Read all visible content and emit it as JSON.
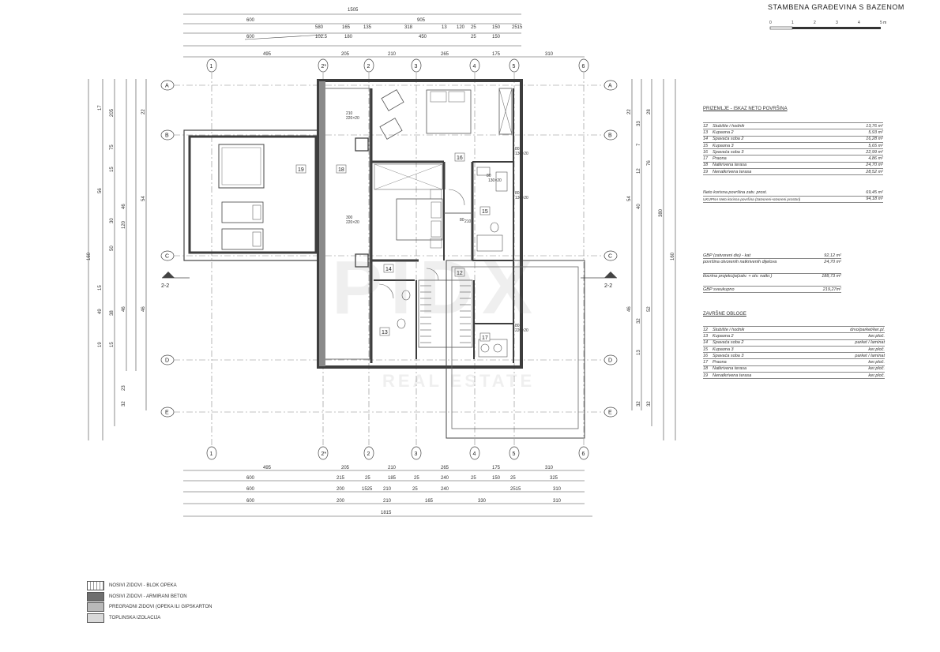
{
  "title": "STAMBENA GRAĐEVINA S BAZENOM",
  "scale": {
    "ticks": [
      "0",
      "1",
      "2",
      "3",
      "4",
      "5 m"
    ]
  },
  "grid_rows": [
    "A",
    "B",
    "C",
    "D",
    "E"
  ],
  "grid_cols": [
    "1",
    "2*",
    "2",
    "3",
    "4",
    "5",
    "6"
  ],
  "section_marks": [
    "2-2",
    "2-2"
  ],
  "top_dims": {
    "overall": "1505",
    "row1": [
      "600",
      "905"
    ],
    "row2": [
      "580",
      "165",
      "135",
      "318",
      "13",
      "120",
      "25",
      "150",
      "2515"
    ],
    "row2b": [
      "102.5",
      "600",
      "180",
      "450",
      "25",
      "150"
    ],
    "row3": [
      "495",
      "205",
      "210",
      "265",
      "175",
      "310"
    ]
  },
  "bottom_dims": {
    "row1": [
      "495",
      "205",
      "210",
      "265",
      "175",
      "310"
    ],
    "row2": [
      "600",
      "215",
      "25",
      "185",
      "25",
      "240",
      "25",
      "150",
      "25",
      "325"
    ],
    "row3": [
      "600",
      "200",
      "1525",
      "210",
      "25",
      "240",
      "2515",
      "310"
    ],
    "row4": [
      "600",
      "200",
      "210",
      "165",
      "330",
      "310"
    ],
    "overall": "1815"
  },
  "left_dims": {
    "outer": "160",
    "col1": [
      "17",
      "56",
      "15",
      "49",
      "19"
    ],
    "col2": [
      "205",
      "75",
      "15",
      "30",
      "50",
      "38",
      "15"
    ],
    "col3": [
      "46",
      "120",
      "46",
      "23",
      "32"
    ],
    "col4": [
      "22",
      "54",
      "46"
    ]
  },
  "right_dims": {
    "outer": "160",
    "col1": [
      "22",
      "54",
      "46"
    ],
    "col2": [
      "33",
      "7",
      "12",
      "40",
      "32",
      "13",
      "32"
    ],
    "col3": [
      "28",
      "76",
      "52",
      "32"
    ],
    "col4": [
      "380"
    ]
  },
  "rooms": [
    "12",
    "13",
    "14",
    "15",
    "16",
    "17",
    "18",
    "19"
  ],
  "door_labels": [
    "210",
    "220×20",
    "300",
    "220×20",
    "80",
    "130×20",
    "80",
    "130×20",
    "80",
    "210",
    "80",
    "130×20",
    "80",
    "220×20"
  ],
  "watermark": {
    "brand": "PIDX",
    "sub": "REAL ESTATE"
  },
  "net_area": {
    "heading": "PRIZEMLJE - ISKAZ NETO POVRŠINA",
    "rows": [
      {
        "no": "12",
        "name": "Stubište i hodnik",
        "val": "13,76 m²"
      },
      {
        "no": "13",
        "name": "Kupaona 2",
        "val": "5,93 m²"
      },
      {
        "no": "14",
        "name": "Spavaća soba 2",
        "val": "16,28 m²"
      },
      {
        "no": "15",
        "name": "Kupaona 3",
        "val": "5,65 m²"
      },
      {
        "no": "16",
        "name": "Spavaća soba 3",
        "val": "22,99 m²"
      },
      {
        "no": "17",
        "name": "Praona",
        "val": "4,86 m²"
      },
      {
        "no": "18",
        "name": "Natkrivena terasa",
        "val": "24,70 m²"
      },
      {
        "no": "19",
        "name": "Nenatkrivena terasa",
        "val": "28,52 m²"
      }
    ],
    "total1_label": "Neto korisna površina zatv. prost.",
    "total1_val": "69,45 m²",
    "total2_label": "UKUPNA Neto korisna površina (zatvoreni+otvoreni prostori)",
    "total2_val": "94,18 m²"
  },
  "gbp": {
    "rows": [
      {
        "name": "GBP (zatvoreni dio) - kat",
        "val": "92,12 m²"
      },
      {
        "name": "površina otvorenih natkrivenih dijelova",
        "val": "24,70 m²"
      },
      {
        "name": "tlocrtna projekcija(zatv. + otv. natkr.)",
        "val": "188,73 m²"
      },
      {
        "name": "GBP sveukupno",
        "val": "219,27m²"
      }
    ]
  },
  "finishes": {
    "heading": "ZAVRŠNE OBLOGE",
    "rows": [
      {
        "no": "12",
        "name": "Stubište i hodnik",
        "val": "drvo/parket/ker.pl."
      },
      {
        "no": "13",
        "name": "Kupaona 2",
        "val": "ker.ploč."
      },
      {
        "no": "14",
        "name": "Spavaća soba 2",
        "val": "parket / laminat"
      },
      {
        "no": "15",
        "name": "Kupaona 3",
        "val": "ker.ploč."
      },
      {
        "no": "16",
        "name": "Spavaća soba 3",
        "val": "parket / laminat"
      },
      {
        "no": "17",
        "name": "Praona",
        "val": "ker.ploč."
      },
      {
        "no": "18",
        "name": "Natkrivena terasa",
        "val": "ker.ploč."
      },
      {
        "no": "19",
        "name": "Nenatkrivena terasa",
        "val": "ker.ploč."
      }
    ]
  },
  "legend": [
    {
      "label": "NOSIVI ZIDOVI - BLOK OPEKA",
      "fill": "#ffffff",
      "hatch": true
    },
    {
      "label": "NOSIVI ZIDOVI - ARMIRANI BETON",
      "fill": "#6f6f6f"
    },
    {
      "label": "PREGRADNI ZIDOVI (OPEKA ILI GIPSKARTON",
      "fill": "#b9b9b9"
    },
    {
      "label": "TOPLINSKA IZOLACIJA",
      "fill": "#d9d9d9"
    }
  ],
  "colors": {
    "wall": "#3d3d3d",
    "line": "#555555",
    "grid": "#888888"
  }
}
